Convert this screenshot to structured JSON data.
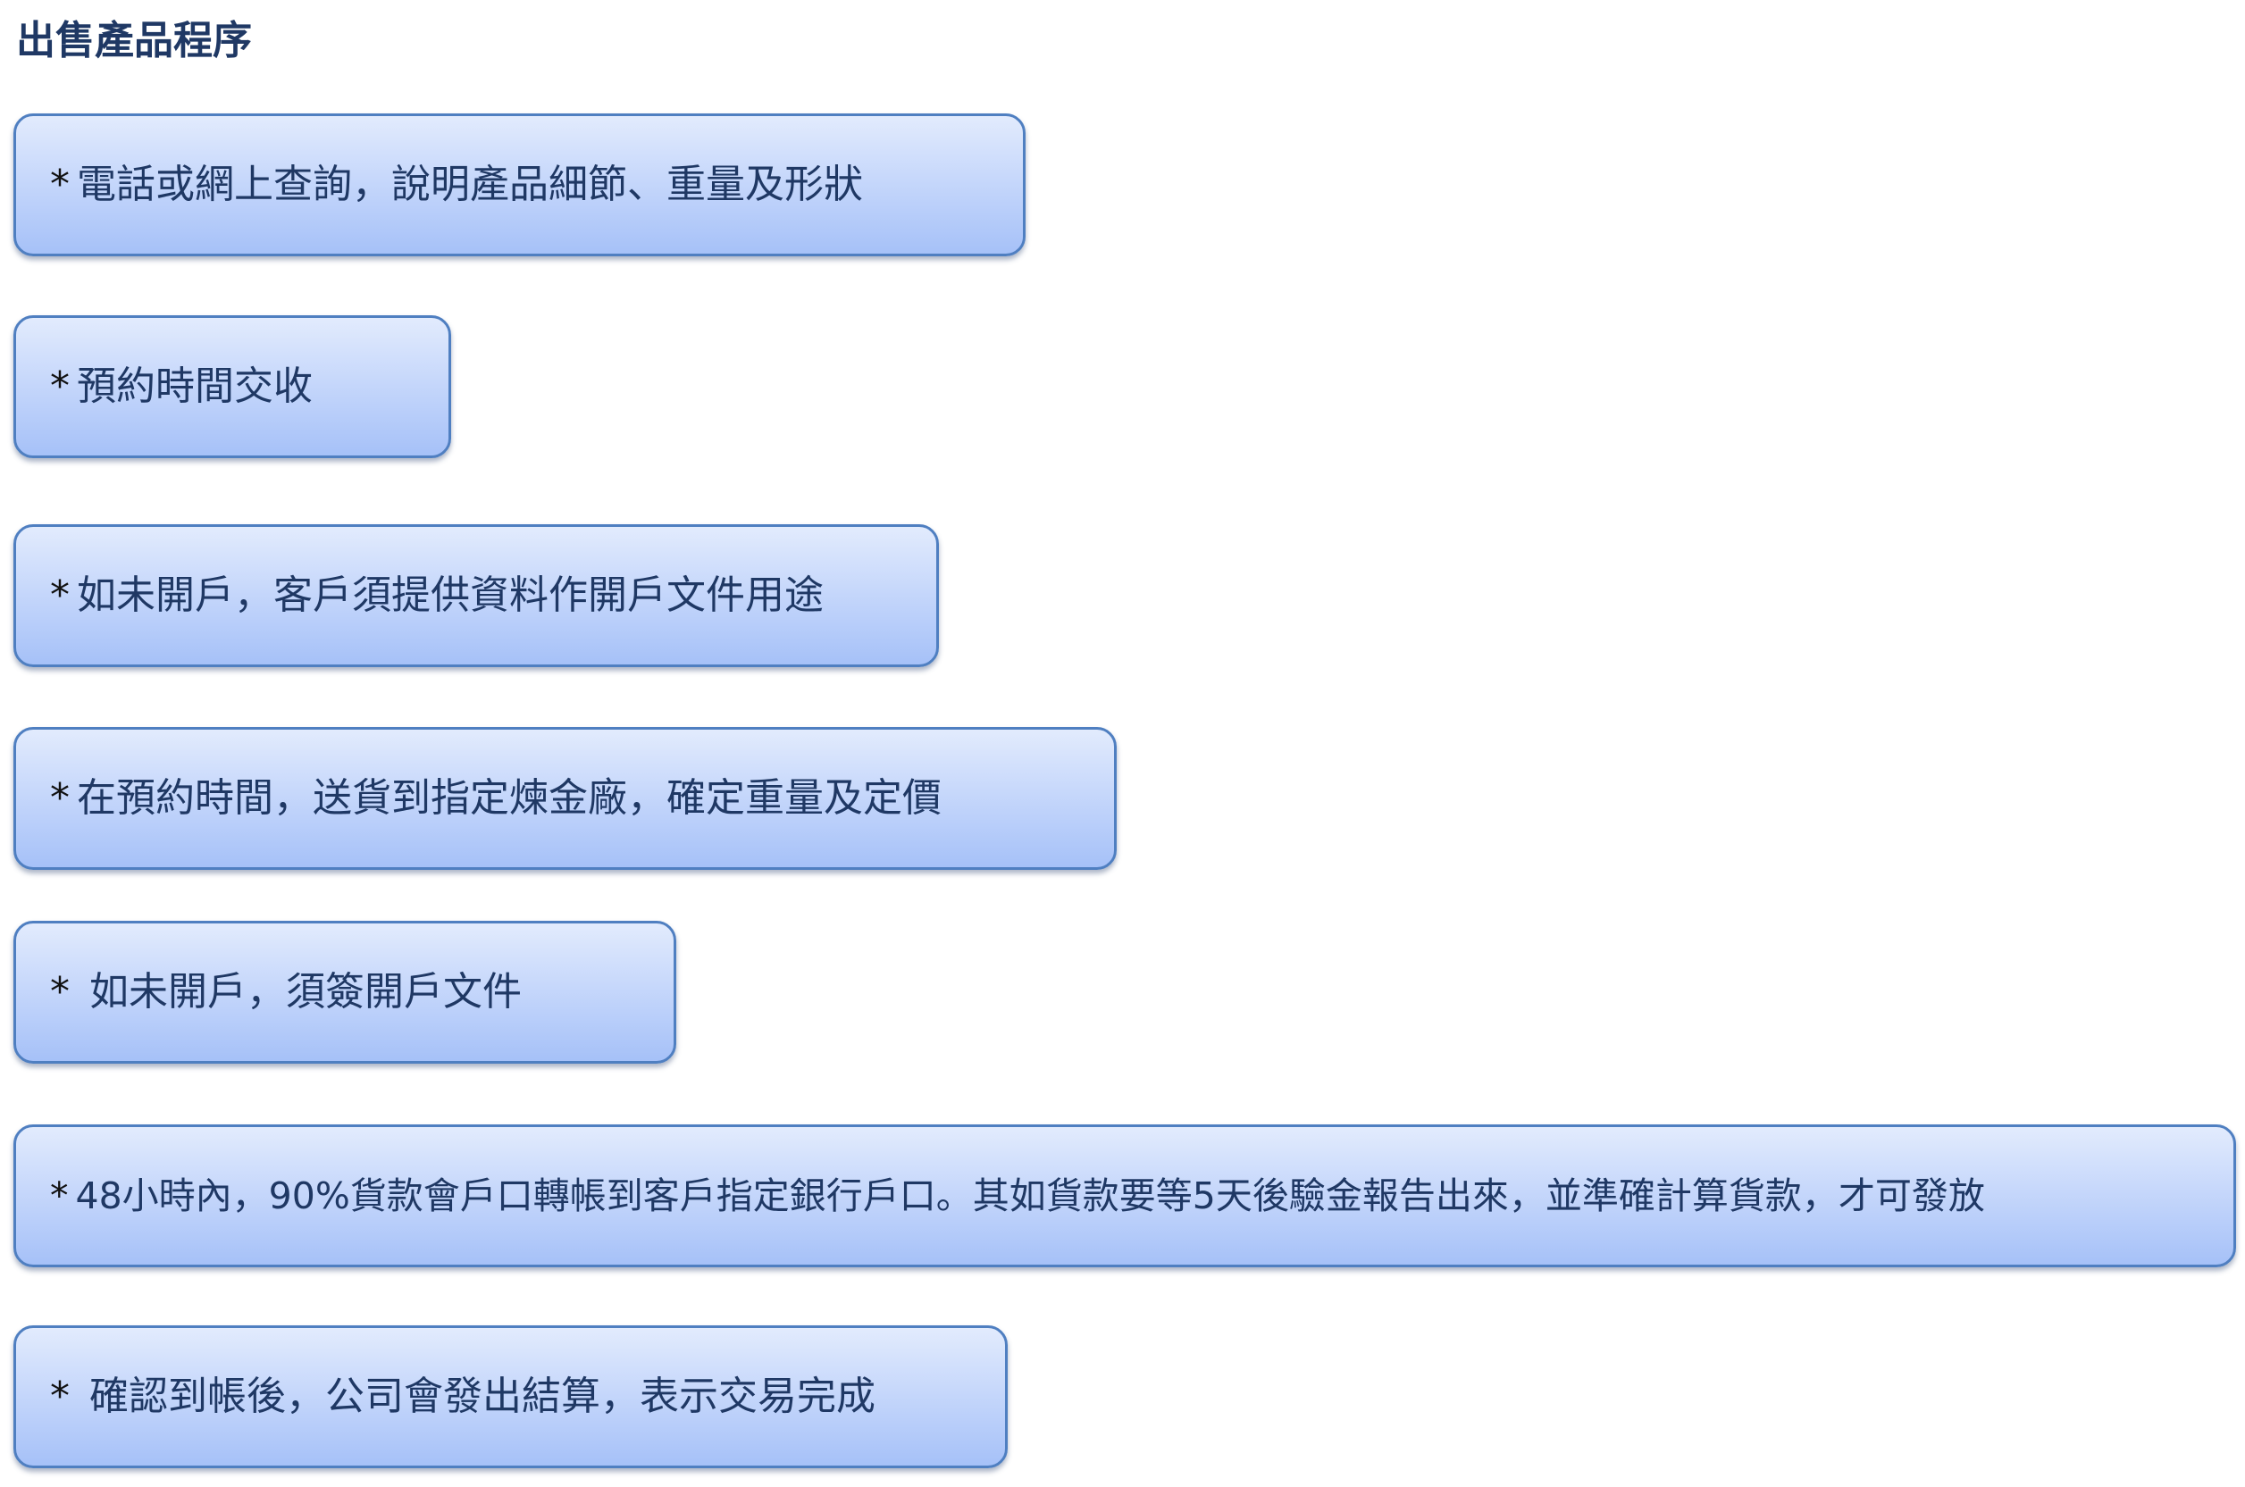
{
  "title": "出售產品程序",
  "steps": [
    {
      "bullet": "*",
      "text": "電話或網上查詢，說明產品細節、重量及形狀"
    },
    {
      "bullet": "*",
      "text": "預約時間交收"
    },
    {
      "bullet": "*",
      "text": "如未開戶，客戶須提供資料作開戶文件用途"
    },
    {
      "bullet": "*",
      "text": "在預約時間，送貨到指定煉金廠，確定重量及定價"
    },
    {
      "bullet": "*",
      "text": " 如未開戶，須簽開戶文件"
    },
    {
      "bullet": "*",
      "text": "48小時內，90%貨款會戶口轉帳到客戶指定銀行戶口。其如貨款要等5天後驗金報告出來，並準確計算貨款，才可發放"
    },
    {
      "bullet": "*",
      "text": " 確認到帳後，公司會發出結算，表示交易完成"
    }
  ],
  "colors": {
    "text": "#1f3864",
    "box_border": "#4f7fc1",
    "box_fill_top": "#e2ebfd",
    "box_fill_bottom": "#a6c1f8"
  }
}
